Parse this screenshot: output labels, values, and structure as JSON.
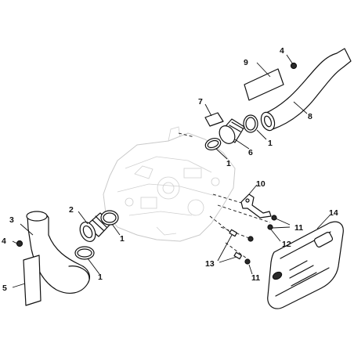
{
  "diagram": {
    "callouts": {
      "c1a": "1",
      "c1b": "1",
      "c1c": "1",
      "c1d": "1",
      "c2": "2",
      "c3": "3",
      "c4a": "4",
      "c4b": "4",
      "c5": "5",
      "c6": "6",
      "c7": "7",
      "c8": "8",
      "c9": "9",
      "c10": "10",
      "c11a": "11",
      "c11b": "11",
      "c12": "12",
      "c13": "13",
      "c14": "14"
    }
  }
}
